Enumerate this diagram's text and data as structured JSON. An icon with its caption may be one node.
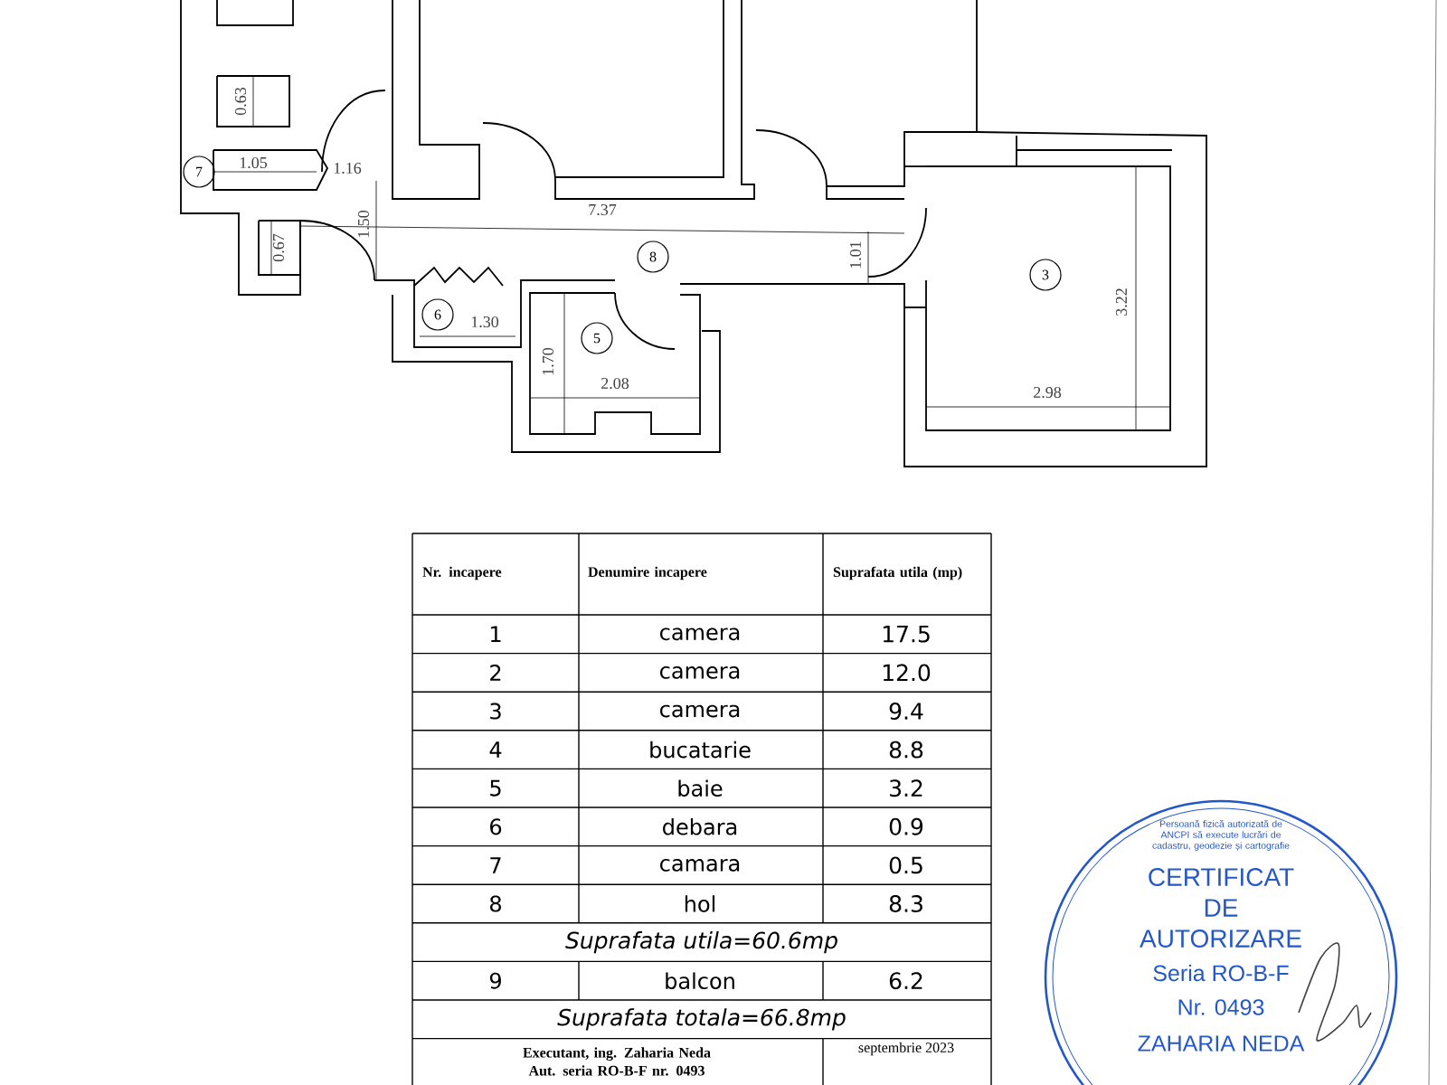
{
  "diagram": {
    "nodes": [
      {
        "text": [
          "7"
        ]
      },
      {
        "text": [
          "8"
        ]
      },
      {
        "text": [
          "3"
        ]
      },
      {
        "text": [
          "6"
        ]
      },
      {
        "text": [
          "5"
        ]
      },
      {
        "text": [
          "Persoană fizică autorizată de ANCPI să execute lucrări de cadastru, geodezie și cartografie",
          "CERTIFICAT",
          "DE",
          "AUTORIZARE",
          "Seria RO-B-F",
          "Nr. 0493",
          "ZAHARIA NEDA"
        ]
      }
    ],
    "labels": [
      "0.63",
      "1.05",
      "1.16",
      "0.67",
      "1.50",
      "7.37",
      "1.01",
      "1.30",
      "1.70",
      "2.08",
      "3.22",
      "2.98",
      "Nr. incapere",
      "Denumire incapere",
      "Suprafata utila (mp)",
      "1",
      "camera",
      "17.5",
      "2",
      "camera",
      "12.0",
      "3",
      "camera",
      "9.4",
      "4",
      "bucatarie",
      "8.8",
      "5",
      "baie",
      "3.2",
      "6",
      "debara",
      "0.9",
      "7",
      "camara",
      "0.5",
      "8",
      "hol",
      "8.3",
      "Suprafata utila=60.6mp",
      "9",
      "balcon",
      "6.2",
      "Suprafata totala=66.8mp",
      "Executant, ing. Zaharia Neda Aut. seria RO-B-F nr. 0493",
      "septembrie 2023"
    ]
  }
}
